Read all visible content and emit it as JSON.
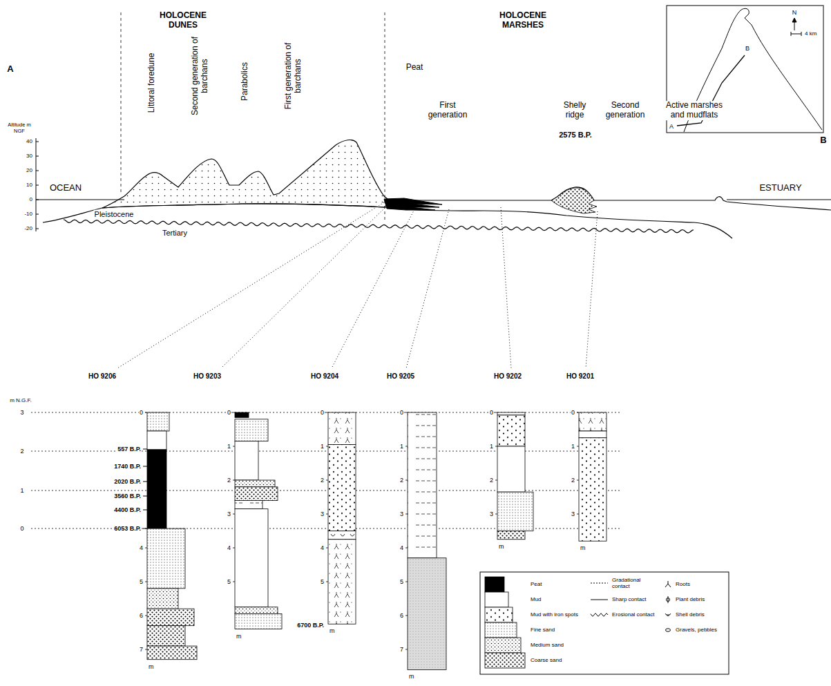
{
  "diagram": {
    "labels": [
      "HOLOCENE DUNES",
      "HOLOCENE MARSHES",
      "A",
      "Altitude m NGF",
      "40",
      "30",
      "20",
      "10",
      "0",
      "-10",
      "-20",
      "OCEAN",
      "Littoral foredune",
      "Second generation of barchans",
      "Parabolics",
      "First generation of barchans",
      "Pleistocene",
      "Tertiary",
      "Peat",
      "First generation",
      "Shelly ridge",
      "2575 B.P.",
      "Second generation",
      "Active marshes and mudflats",
      "ESTUARY",
      "B",
      "N",
      "4 km",
      "A",
      "B",
      "HO 9206",
      "HO 9203",
      "HO 9204",
      "HO 9205",
      "HO 9202",
      "HO 9201",
      "m N.G.F.",
      "3",
      "2",
      "1",
      "0",
      "557 B.P.",
      "1740 B.P.",
      "2020 B.P.",
      "3560 B.P.",
      "4400 B.P.",
      "6053 B.P.",
      "6700 B.P.",
      "0",
      "4",
      "5",
      "6",
      "7",
      "m",
      "0",
      "1",
      "2",
      "3",
      "4",
      "5",
      "m",
      "0",
      "1",
      "2",
      "3",
      "4",
      "5",
      "m",
      "0",
      "1",
      "2",
      "3",
      "4",
      "5",
      "6",
      "7",
      "m",
      "0",
      "1",
      "2",
      "3",
      "m",
      "0",
      "1",
      "2",
      "3",
      "m"
    ],
    "legend": [
      {
        "text": "Peat",
        "color": "#000000"
      },
      {
        "text": "Mud",
        "color": "#ffffff"
      },
      {
        "text": "Mud with iron spots"
      },
      {
        "text": "Fine sand"
      },
      {
        "text": "Medium sand"
      },
      {
        "text": "Coarse sand"
      },
      {
        "text": "Gradational contact"
      },
      {
        "text": "Sharp contact"
      },
      {
        "text": "Erosional contact"
      },
      {
        "text": "Roots"
      },
      {
        "text": "Plant debris"
      },
      {
        "text": "Shell debris"
      },
      {
        "text": "Gravels, pebbles"
      }
    ]
  }
}
